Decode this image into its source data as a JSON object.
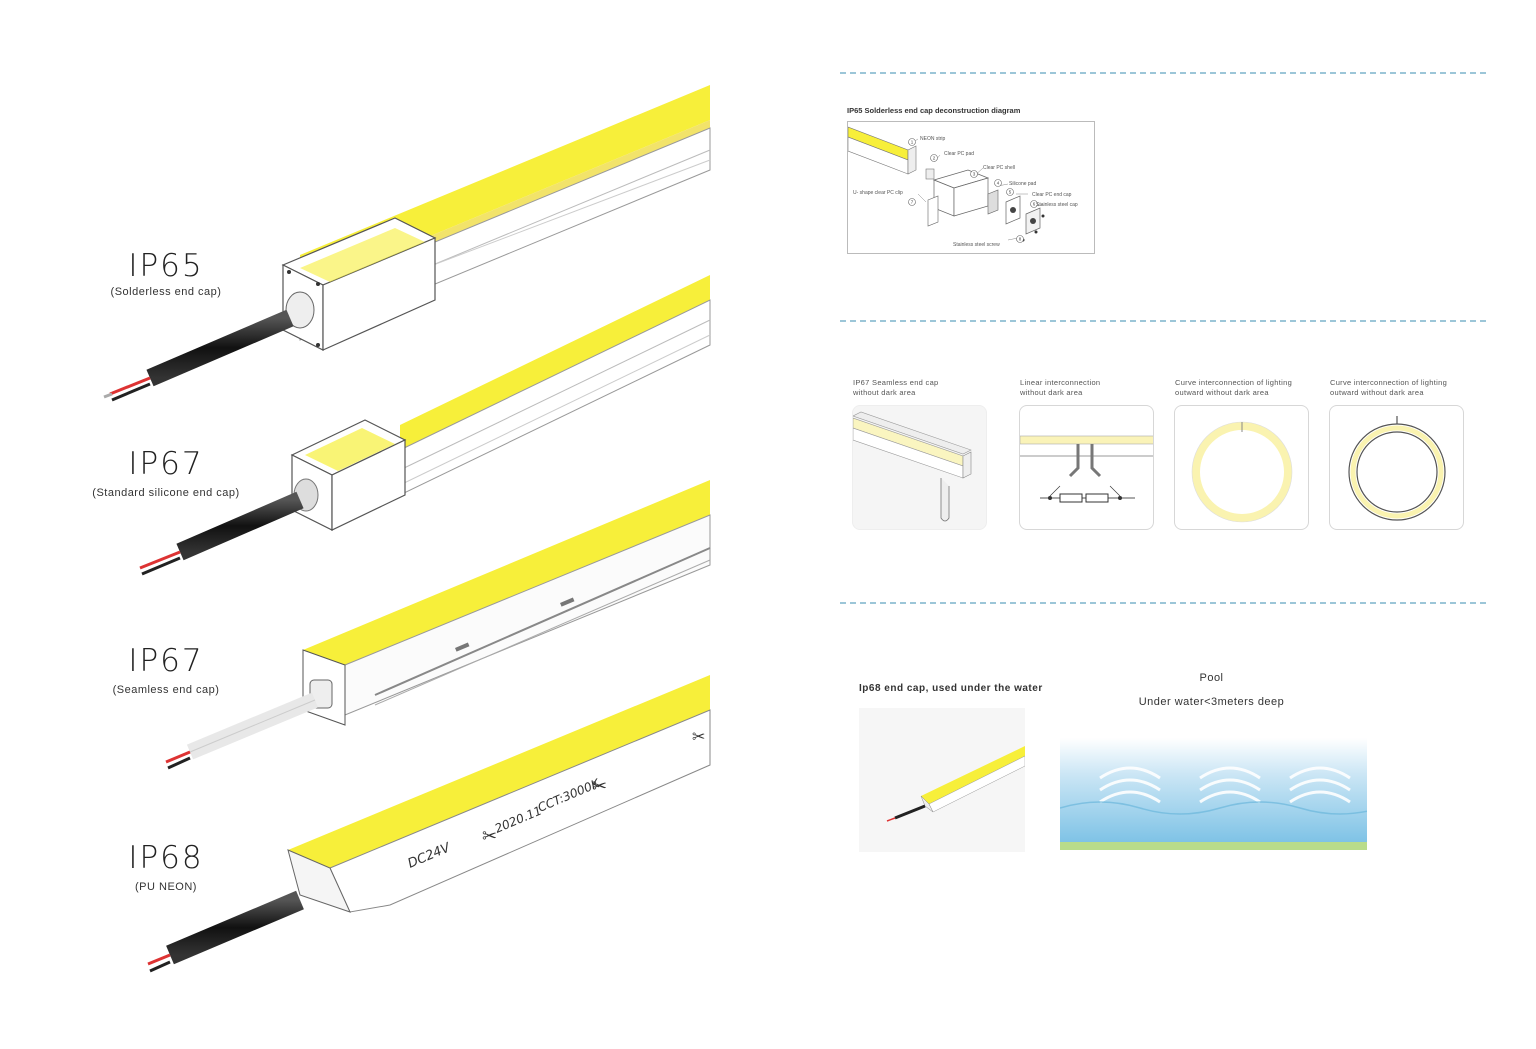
{
  "left": {
    "products": [
      {
        "title": "IP65",
        "subtitle": "(Solderless end cap)"
      },
      {
        "title": "IP67",
        "subtitle": "(Standard silicone end cap)"
      },
      {
        "title": "IP67",
        "subtitle": "(Seamless end cap)"
      },
      {
        "title": "IP68",
        "subtitle": "(PU NEON)"
      }
    ],
    "strip_print": {
      "voltage": "DC24V",
      "date": "2020.11",
      "cct": "CCT:3000K"
    }
  },
  "diagram": {
    "title": "IP65 Solderless end cap deconstruction diagram",
    "parts": [
      {
        "num": "1",
        "label": "NEON strip"
      },
      {
        "num": "2",
        "label": "Clear PC pad"
      },
      {
        "num": "3",
        "label": "Clear PC shell"
      },
      {
        "num": "4",
        "label": "Silicone pad"
      },
      {
        "num": "5",
        "label": "Clear PC end cap"
      },
      {
        "num": "6",
        "label": "Stainless steel cap"
      },
      {
        "num": "7",
        "label": "U- shape clear PC clip"
      },
      {
        "num": "8",
        "label": "Stainless steel screw"
      }
    ]
  },
  "connections": [
    {
      "line1": "IP67 Seamless end cap",
      "line2": "without dark area"
    },
    {
      "line1": "Linear interconnection",
      "line2": "without dark area"
    },
    {
      "line1": "Curve interconnection of lighting",
      "line2": "outward without dark area"
    },
    {
      "line1": "Curve interconnection of lighting",
      "line2": "outward without dark area"
    }
  ],
  "underwater": {
    "caption": "Ip68 end cap, used under the water",
    "pool_title": "Pool",
    "pool_depth": "Under water<3meters deep"
  },
  "colors": {
    "neon_yellow": "#f7ef3a",
    "dash_blue": "#9cc6d8",
    "water_blue": "#7fc3e6",
    "pool_floor": "#b9dc8a"
  }
}
